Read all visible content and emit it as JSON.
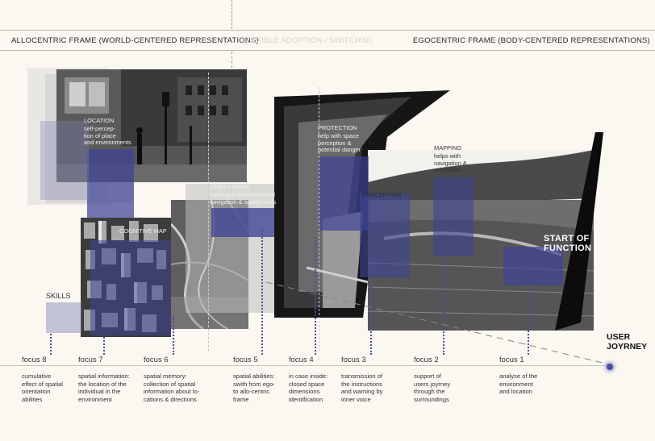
{
  "header": {
    "left_title": "ALLOCENTRIC FRAME (WORLD-CENTERED REPRESENTATIONS)",
    "center_title": "FLEXIBLE ADOPTION / SWITCHING",
    "right_title": "EGOCENTRIC FRAME (BODY-CENTERED REPRESENTATIONS)"
  },
  "labels": {
    "location": "LOCATION",
    "location_desc": "self-percep-\ntion of place\nand environments",
    "cognitive_map": "COGNITIVE MAP",
    "stimulation": "STIMULATION",
    "stimulation_desc": "training of environmental\nnavigation & spatial skills",
    "protection": "PROTECTION",
    "protection_desc": "help with space\nperception &\npotential danger",
    "perception": "PERCEPTION",
    "mapping": "MAPPING",
    "mapping_desc": "helps with\nnavigation &\norientation",
    "skills": "SKILLS",
    "start_of_function": "START OF\nFUNCTION",
    "user_journey": "USER\nJOYRNEY"
  },
  "focus_items": [
    {
      "label": "focus 8",
      "desc": "cumulative\neffect of spatial\norientation\nabilities"
    },
    {
      "label": "focus 7",
      "desc": "spatial information:\nthe location of the\nindividual in the\nenvironment"
    },
    {
      "label": "focus 6",
      "desc": "spatial memory:\ncollection of spatial\ninformation about lo-\ncations & directions"
    },
    {
      "label": "focus 5",
      "desc": "spatial abilities:\nswith from ego-\nto allo-centric\nframe"
    },
    {
      "label": "focus 4",
      "desc": "in case inside:\nclosed space\ndimensions\nidentification"
    },
    {
      "label": "focus 3",
      "desc": "transmission of\nthe instructions\nand warning by\ninner voice"
    },
    {
      "label": "focus 2",
      "desc": "support of\nusers joyrney\nthrough the\nsurroundings"
    },
    {
      "label": "focus 1",
      "desc": "analyse of the\nenvironment\nand location"
    }
  ],
  "colors": {
    "background": "#fbf8f2",
    "accent_blue": "#3e4395",
    "dot_blue": "#4b4f9a",
    "photo_dark": "#1a1a1a"
  }
}
